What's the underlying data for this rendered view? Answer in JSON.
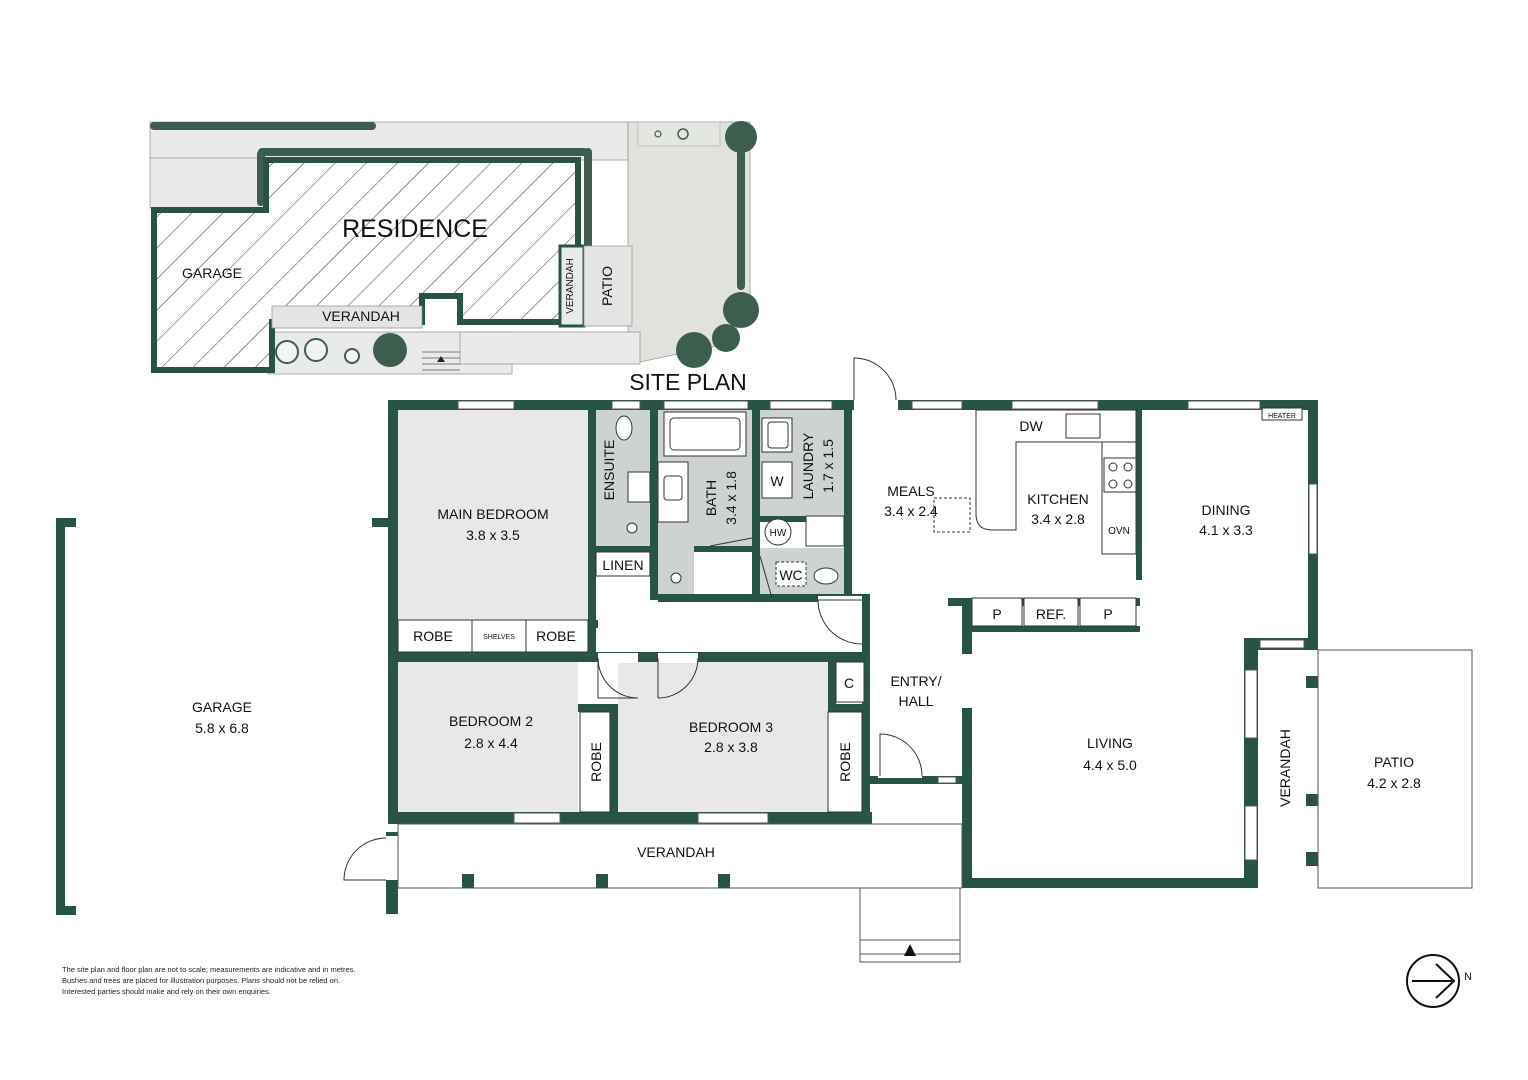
{
  "colors": {
    "wall": "#275443",
    "lawn": "#dfe3dc",
    "paving": "#eaeaea",
    "wet_area": "#cdd3cf",
    "bedroom_floor": "#e8e8e8",
    "tree": "#3d5e4e",
    "hedge": "#3d5e4e"
  },
  "site_plan": {
    "title": "SITE PLAN",
    "residence": "RESIDENCE",
    "garage": "GARAGE",
    "verandah_front": "VERANDAH",
    "verandah_side": "VERANDAH",
    "patio": "PATIO"
  },
  "rooms": {
    "main_bedroom": {
      "name": "MAIN BEDROOM",
      "size": "3.8 x 3.5"
    },
    "ensuite": {
      "name": "ENSUITE"
    },
    "bath": {
      "name": "BATH",
      "size": "3.4 x 1.8"
    },
    "laundry": {
      "name": "LAUNDRY",
      "size": "1.7 x 1.5"
    },
    "meals": {
      "name": "MEALS",
      "size": "3.4 x 2.4"
    },
    "kitchen": {
      "name": "KITCHEN",
      "size": "3.4 x 2.8"
    },
    "dining": {
      "name": "DINING",
      "size": "4.1 x 3.3"
    },
    "garage": {
      "name": "GARAGE",
      "size": "5.8 x 6.8"
    },
    "bedroom2": {
      "name": "BEDROOM 2",
      "size": "2.8 x 4.4"
    },
    "bedroom3": {
      "name": "BEDROOM 3",
      "size": "2.8 x 3.8"
    },
    "entry": {
      "line1": "ENTRY/",
      "line2": "HALL"
    },
    "living": {
      "name": "LIVING",
      "size": "4.4 x 5.0"
    },
    "verandah_side": {
      "name": "VERANDAH"
    },
    "patio": {
      "name": "PATIO",
      "size": "4.2 x 2.8"
    },
    "verandah_front": {
      "name": "VERANDAH"
    }
  },
  "fixtures": {
    "linen": "LINEN",
    "robe_a": "ROBE",
    "shelves": "SHELVES",
    "robe_b": "ROBE",
    "robe_bed2": "ROBE",
    "robe_bed3": "ROBE",
    "cupboard": "C",
    "wc": "WC",
    "hot_water": "HW",
    "washer": "W",
    "dishwasher": "DW",
    "oven": "OVN",
    "heater": "HEATER",
    "pantry_a": "P",
    "fridge": "REF.",
    "pantry_b": "P"
  },
  "compass": {
    "label": "N"
  },
  "disclaimer": [
    "The site plan and floor plan are not to scale; measurements are indicative and in metres.",
    "Bushes and trees are placed for illustration purposes. Plans should not be relied on.",
    "Interested parties should make and rely on their own enquiries."
  ]
}
